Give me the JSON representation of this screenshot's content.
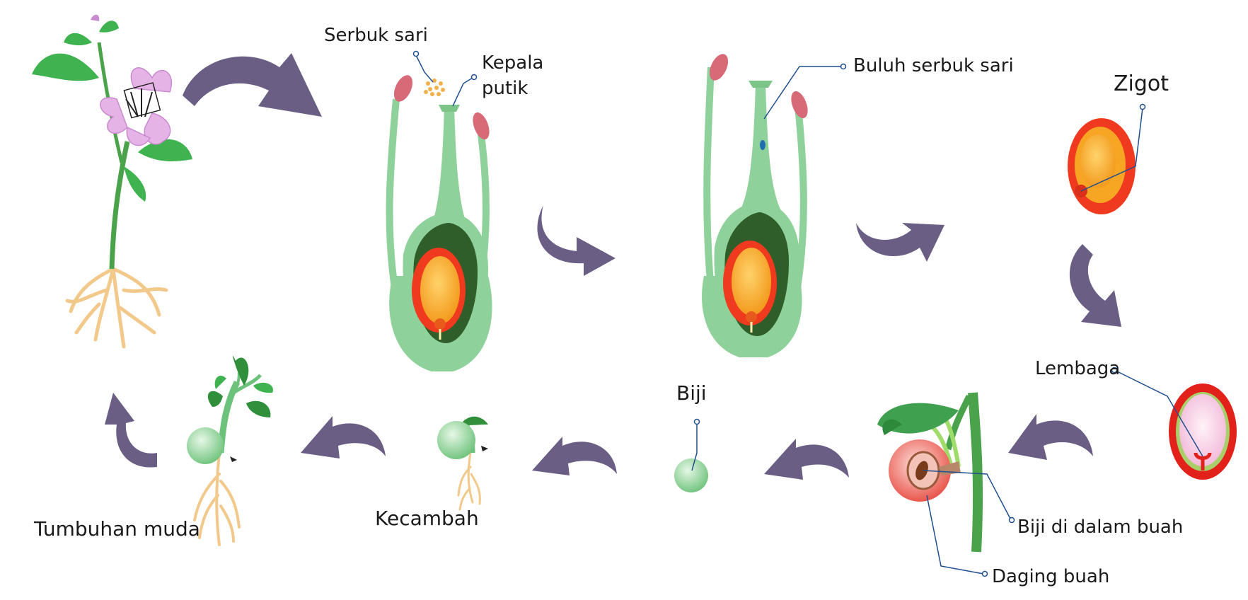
{
  "labels": {
    "serbuk_sari": "Serbuk sari",
    "kepala_putik_line1": "Kepala",
    "kepala_putik_line2": "putik",
    "buluh_serbuk_sari": "Buluh serbuk sari",
    "zigot": "Zigot",
    "lembaga": "Lembaga",
    "biji": "Biji",
    "biji_di_dalam_buah": "Biji di dalam buah",
    "daging_buah": "Daging buah",
    "kecambah": "Kecambah",
    "tumbuhan_muda": "Tumbuhan muda"
  },
  "colors": {
    "arrow": "#6b5e85",
    "stem_green": "#8fd19a",
    "dark_green": "#2f5e2a",
    "ovule_red": "#ef3a1f",
    "ovule_orange": "#f6a623",
    "leader_line": "#1f4f8f",
    "petal_pink": "#e6b3e6",
    "root": "#f2c98a"
  }
}
